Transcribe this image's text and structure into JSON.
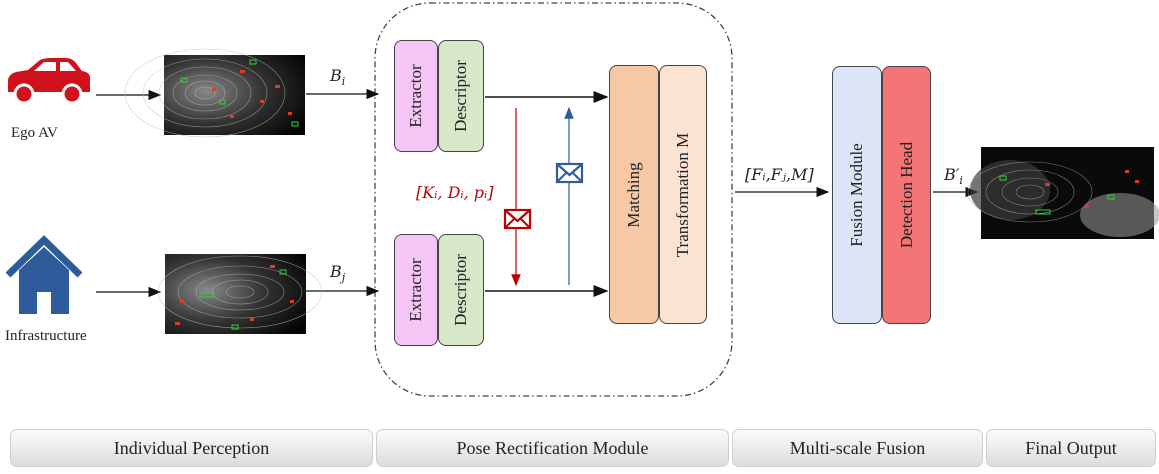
{
  "agents": {
    "ego_label": "Ego AV",
    "infra_label": "Infrastructure"
  },
  "edges": {
    "bi": "B",
    "bi_sub": "i",
    "bj": "B",
    "bj_sub": "j",
    "kdp": "[Kᵢ, Dᵢ, pᵢ]",
    "fusion_input": "[Fᵢ,Fⱼ,M]",
    "bi_prime": "B′",
    "bi_prime_sub": "i"
  },
  "modules": {
    "extractor": "Extractor",
    "descriptor": "Descriptor",
    "matching": "Matching",
    "transformation": "Transformation M",
    "fusion": "Fusion Module",
    "detection": "Detection Head"
  },
  "stages": [
    "Individual Perception",
    "Pose Rectification Module",
    "Multi-scale Fusion",
    "Final Output"
  ],
  "colors": {
    "car": "#d0121c",
    "house": "#2e5b9a",
    "extractor_fill": "#f5c6f5",
    "descriptor_fill": "#d6e8c8",
    "matching_fill": "#f6c8a6",
    "transformation_fill": "#fbe3d2",
    "fusion_fill": "#dce5f5",
    "detection_fill": "#f37575",
    "msg_red": "#c00000",
    "msg_blue": "#2e5b9a"
  }
}
